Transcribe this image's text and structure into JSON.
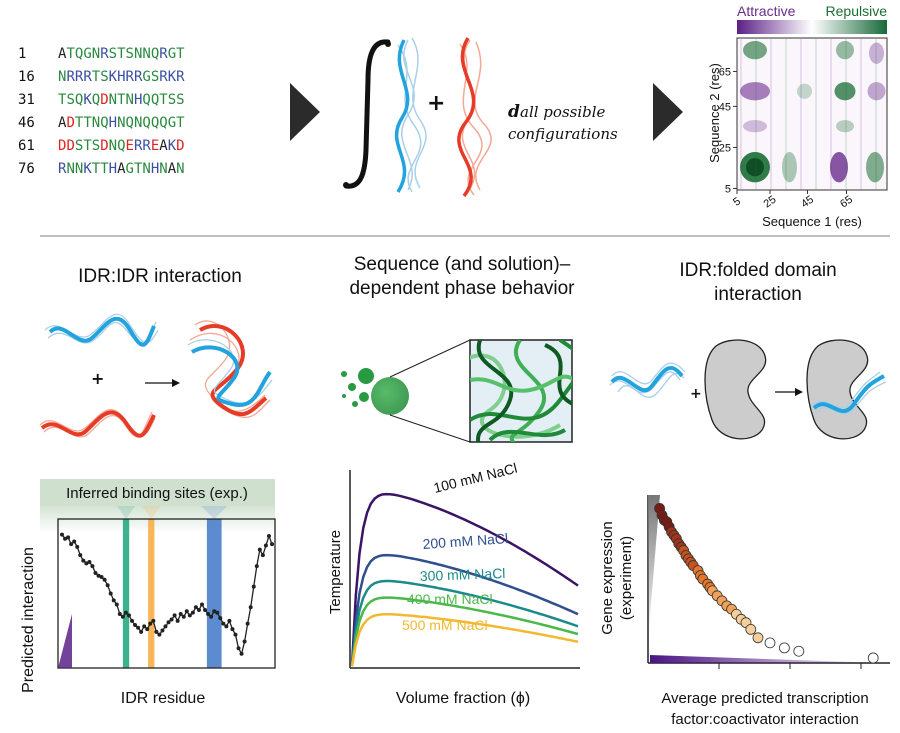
{
  "sequence": {
    "rows": [
      {
        "index": "1",
        "residues": "ATQGNRSTSNNQRGT"
      },
      {
        "index": "16",
        "residues": "NRRRTSKHRRGSRKR"
      },
      {
        "index": "31",
        "residues": "TSQKQDNTNHQQTSS"
      },
      {
        "index": "46",
        "residues": "ADTTNQHNQNQQQGT"
      },
      {
        "index": "61",
        "residues": "DDSTSDNQERREAKD"
      },
      {
        "index": "76",
        "residues": "RNNKTTHAGTNHNAN"
      }
    ],
    "residue_colors": {
      "basic": "#3b4fa3",
      "acidic": "#e02424",
      "polar": "#2a8a3e",
      "other": "#222222"
    }
  },
  "integral": {
    "plus": "+",
    "d_symbol": "d",
    "caption_line1": "all possible",
    "caption_line2": "configurations"
  },
  "map": {
    "legend_attractive": "Attractive",
    "legend_repulsive": "Repulsive",
    "ylabel": "Sequence 2 (res)",
    "xlabel": "Sequence 1 (res)",
    "yticks": [
      "65",
      "45",
      "25",
      "5"
    ],
    "xticks": [
      "5",
      "25",
      "45",
      "65"
    ],
    "colors": {
      "attractive": "#6a2d8f",
      "repulsive": "#1b6e35"
    }
  },
  "panels": {
    "idr_idr_title": "IDR:IDR interaction",
    "phase_title_line1": "Sequence (and solution)–",
    "phase_title_line2": "dependent phase behavior",
    "folded_title_line1": "IDR:folded domain",
    "folded_title_line2": "interaction"
  },
  "symbols": {
    "plus": "+"
  },
  "chart_data": [
    {
      "type": "line",
      "banner": "Inferred binding sites (exp.)",
      "xlabel": "IDR residue",
      "ylabel": "Predicted interaction",
      "values": [
        0.93,
        0.9,
        0.91,
        0.86,
        0.88,
        0.84,
        0.78,
        0.74,
        0.72,
        0.73,
        0.7,
        0.65,
        0.63,
        0.62,
        0.6,
        0.56,
        0.5,
        0.45,
        0.42,
        0.35,
        0.33,
        0.36,
        0.34,
        0.3,
        0.27,
        0.25,
        0.22,
        0.26,
        0.24,
        0.28,
        0.3,
        0.22,
        0.2,
        0.23,
        0.26,
        0.29,
        0.31,
        0.34,
        0.3,
        0.35,
        0.33,
        0.37,
        0.34,
        0.36,
        0.4,
        0.38,
        0.42,
        0.38,
        0.35,
        0.33,
        0.37,
        0.36,
        0.32,
        0.28,
        0.26,
        0.3,
        0.24,
        0.2,
        0.1,
        0.06,
        0.15,
        0.28,
        0.4,
        0.55,
        0.7,
        0.82,
        0.78,
        0.85,
        0.92,
        0.86
      ],
      "bands": [
        {
          "name": "green",
          "from": 0.29,
          "to": 0.32,
          "color": "#1aa57a"
        },
        {
          "name": "orange",
          "from": 0.41,
          "to": 0.44,
          "color": "#f7a93c"
        },
        {
          "name": "blue",
          "from": 0.69,
          "to": 0.76,
          "color": "#3f78c7"
        }
      ]
    },
    {
      "type": "line",
      "xlabel": "Volume fraction (ϕ)",
      "ylabel": "Temperature",
      "series": [
        {
          "name": "100 mM NaCl",
          "color": "#3c1466",
          "peak": 0.93
        },
        {
          "name": "200 mM NaCl",
          "color": "#2f4f8f",
          "peak": 0.6
        },
        {
          "name": "300 mM NaCl",
          "color": "#1d8a8a",
          "peak": 0.46
        },
        {
          "name": "400 mM NaCl",
          "color": "#4db84a",
          "peak": 0.37
        },
        {
          "name": "500 mM NaCl",
          "color": "#f2b830",
          "peak": 0.28
        }
      ]
    },
    {
      "type": "scatter",
      "xlabel_line1": "Average predicted transcription",
      "xlabel_line2": "factor:coactivator interaction",
      "ylabel_line1": "Gene expression",
      "ylabel_line2": "(experiment)",
      "points": [
        [
          0.04,
          0.92
        ],
        [
          0.05,
          0.88
        ],
        [
          0.06,
          0.85
        ],
        [
          0.07,
          0.84
        ],
        [
          0.08,
          0.81
        ],
        [
          0.09,
          0.78
        ],
        [
          0.1,
          0.76
        ],
        [
          0.11,
          0.74
        ],
        [
          0.12,
          0.71
        ],
        [
          0.13,
          0.69
        ],
        [
          0.14,
          0.67
        ],
        [
          0.15,
          0.64
        ],
        [
          0.16,
          0.62
        ],
        [
          0.17,
          0.6
        ],
        [
          0.18,
          0.58
        ],
        [
          0.2,
          0.55
        ],
        [
          0.21,
          0.52
        ],
        [
          0.22,
          0.5
        ],
        [
          0.24,
          0.47
        ],
        [
          0.25,
          0.45
        ],
        [
          0.26,
          0.43
        ],
        [
          0.28,
          0.4
        ],
        [
          0.3,
          0.37
        ],
        [
          0.32,
          0.34
        ],
        [
          0.34,
          0.32
        ],
        [
          0.36,
          0.29
        ],
        [
          0.38,
          0.26
        ],
        [
          0.4,
          0.24
        ],
        [
          0.42,
          0.2
        ],
        [
          0.45,
          0.15
        ],
        [
          0.5,
          0.12
        ],
        [
          0.56,
          0.09
        ],
        [
          0.62,
          0.07
        ],
        [
          0.93,
          0.03
        ]
      ]
    }
  ]
}
